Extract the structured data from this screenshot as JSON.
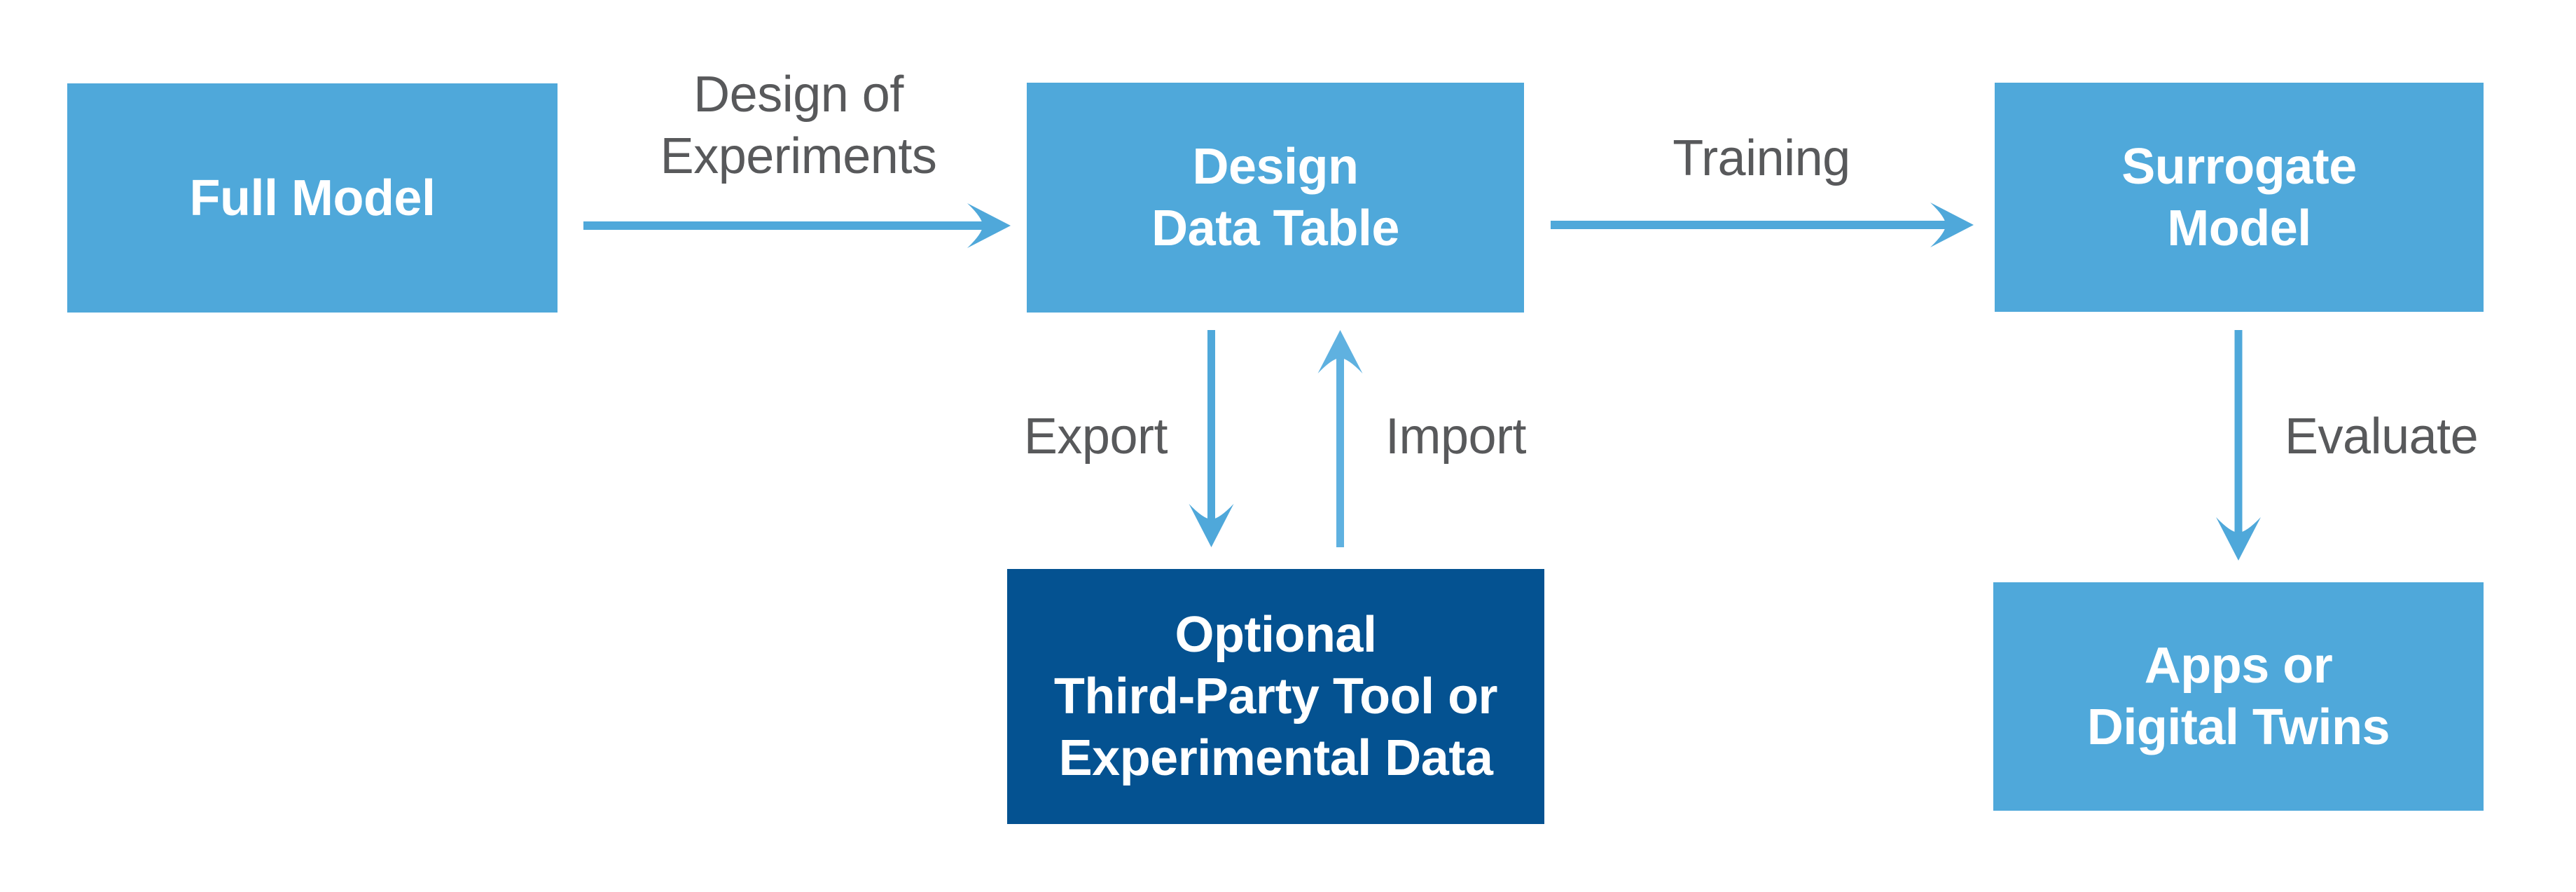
{
  "diagram": {
    "nodes": {
      "full_model": {
        "label": "Full Model"
      },
      "design_data_table": {
        "label": "Design\nData Table"
      },
      "surrogate_model": {
        "label": "Surrogate\nModel"
      },
      "third_party": {
        "label": "Optional\nThird-Party Tool or\nExperimental Data"
      },
      "apps": {
        "label": "Apps or\nDigital Twins"
      }
    },
    "edges": {
      "design_of_experiments": {
        "label": "Design of\nExperiments"
      },
      "training": {
        "label": "Training"
      },
      "export": {
        "label": "Export"
      },
      "import": {
        "label": "Import"
      },
      "evaluate": {
        "label": "Evaluate"
      }
    },
    "colors": {
      "node_light_blue": "#4FA8DA",
      "node_dark_blue": "#045291",
      "arrow_blue": "#4FA8DA",
      "arrow_import_blue": "#5FB1E0",
      "label_gray": "#58595B",
      "node_text": "#FFFFFF",
      "background": "#FFFFFF"
    }
  }
}
